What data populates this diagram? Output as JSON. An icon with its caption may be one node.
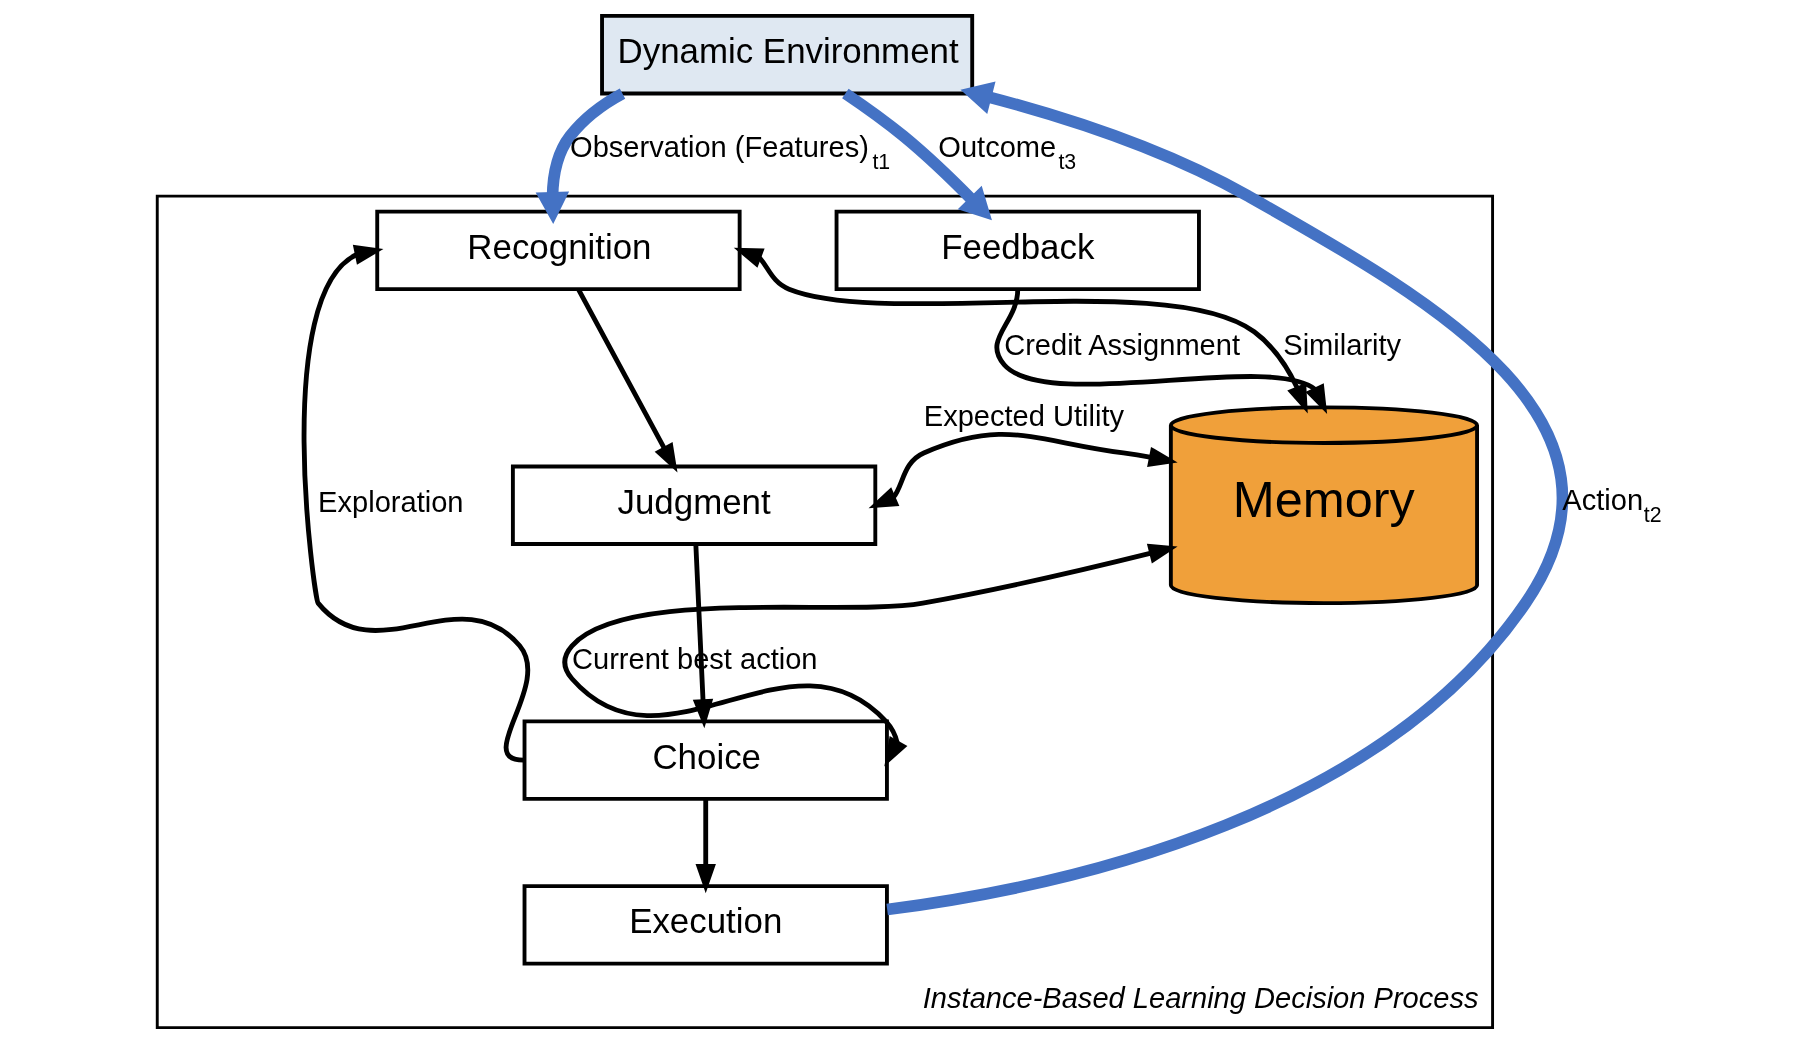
{
  "diagram": {
    "nodes": [
      {
        "text": [
          "Dynamic Environment"
        ]
      },
      {
        "text": [
          "Instance-Based Learning Decision Process"
        ]
      },
      {
        "text": [
          "Recognition"
        ],
        "in": 1
      },
      {
        "text": [
          "Judgment"
        ],
        "in": 1
      },
      {
        "text": [
          "Choice"
        ],
        "in": 1
      },
      {
        "text": [
          "Execution"
        ],
        "in": 1
      },
      {
        "text": [
          "Feedback"
        ],
        "in": 1
      },
      {
        "text": [
          "Memory"
        ],
        "in": 1
      }
    ],
    "edges": [
      {
        "from": 0,
        "to": 2,
        "arrow": "to",
        "label": "Observation (Features)$_{t1}$",
        "style": "thick",
        "color": "#4472c4"
      },
      {
        "from": 0,
        "to": 6,
        "arrow": "to",
        "label": "Outcome$_{t3}$",
        "style": "thick",
        "color": "#4472c4"
      },
      {
        "from": 2,
        "to": 3,
        "arrow": "to"
      },
      {
        "from": 3,
        "to": 4,
        "arrow": "to"
      },
      {
        "from": 4,
        "to": 5,
        "arrow": "to"
      },
      {
        "from": 4,
        "to": 2,
        "arrow": "to",
        "label": "Exploration"
      },
      {
        "from": 2,
        "to": 7,
        "arrow": "both",
        "label": "Similarity"
      },
      {
        "from": 3,
        "to": 7,
        "arrow": "both",
        "label": "Expected Utility"
      },
      {
        "from": 4,
        "to": 7,
        "arrow": "both",
        "label": "Current best action"
      },
      {
        "from": 6,
        "to": 7,
        "arrow": "to",
        "label": "Credit Assignment"
      },
      {
        "from": 5,
        "to": 0,
        "arrow": "to",
        "label": "Action$_{t2}$",
        "style": "thick",
        "color": "#4472c4"
      }
    ]
  }
}
